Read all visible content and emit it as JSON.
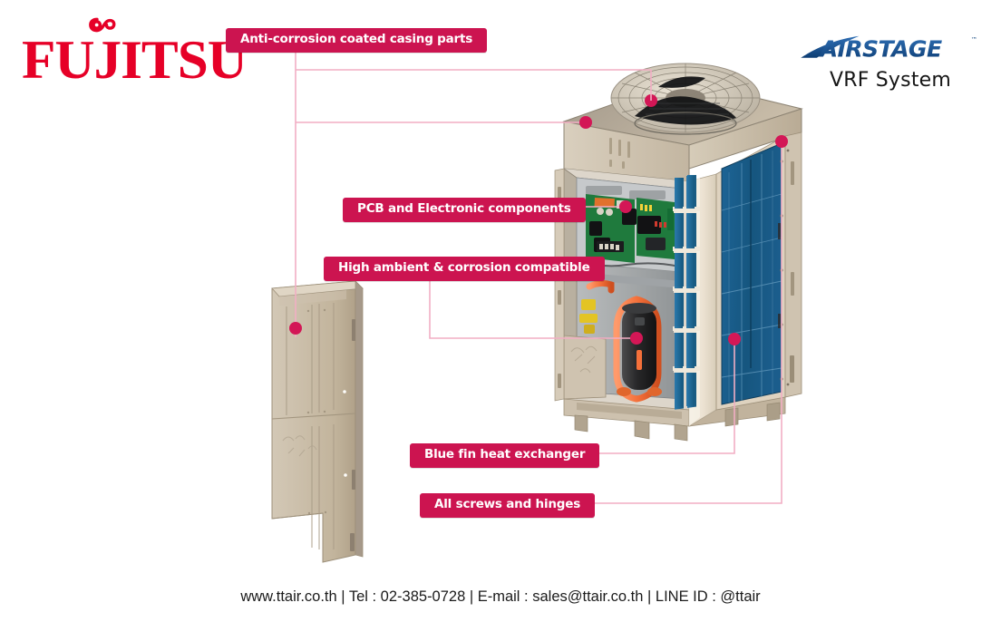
{
  "brand": {
    "fujitsu_wordmark": "FUJITSU",
    "fujitsu_logo_color": "#e60027",
    "airstage_wordmark": "AIRSTAGE",
    "airstage_trademark": "™",
    "airstage_color": "#13477f",
    "product_line": "VRF System"
  },
  "callouts": [
    {
      "id": "anti-corrosion",
      "label": "Anti-corrosion coated casing parts"
    },
    {
      "id": "pcb",
      "label": "PCB and Electronic components"
    },
    {
      "id": "high-ambient",
      "label": "High ambient & corrosion compatible"
    },
    {
      "id": "blue-fin",
      "label": "Blue fin heat exchanger"
    },
    {
      "id": "screws",
      "label": "All screws and hinges"
    }
  ],
  "callout_color": "#cc1450",
  "leader_color": "#f2aec4",
  "dot_color": "#d31756",
  "product": {
    "name": "outdoor-condensing-unit",
    "casing_color": "#cfc2ae",
    "fin_color": "#1a5f8f",
    "pipe_color": "#f4743c",
    "pcb_color": "#1f7a3d"
  },
  "footer": {
    "text": "www.ttair.co.th | Tel : 02-385-0728 | E-mail : sales@ttair.co.th | LINE ID : @ttair"
  }
}
